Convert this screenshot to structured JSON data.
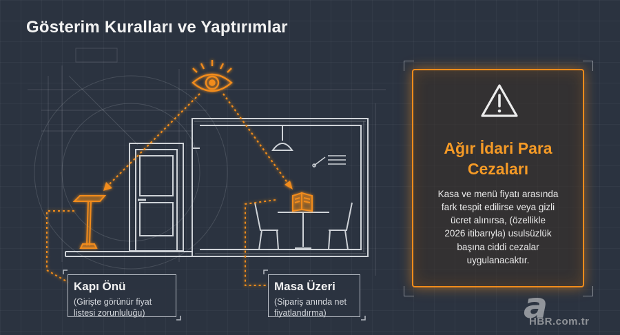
{
  "title": "Gösterim Kuralları ve Yaptırımlar",
  "labels": {
    "door": {
      "title": "Kapı Önü",
      "description_lines": [
        "(Girişte görünür fiyat",
        "listesi zorunluluğu)"
      ]
    },
    "table": {
      "title": "Masa Üzeri",
      "description_lines": [
        "(Sipariş anında net",
        "fiyatlandırma)"
      ]
    }
  },
  "warning": {
    "icon": "warning-triangle-icon",
    "title_lines": [
      "Ağır İdari Para",
      "Cezaları"
    ],
    "body_lines": [
      "Kasa ve menü fiyatı arasında",
      "fark tespit edilirse veya gizli",
      "ücret alınırsa, (özellikle",
      "2026 itibarıyla) usulsüzlük",
      "başına ciddi cezalar",
      "uygulanacaktır."
    ]
  },
  "watermark": {
    "logo": "a",
    "text": "HBR.com.tr"
  },
  "icons": {
    "eye": "eye-icon",
    "menu_stand": "menu-stand-icon",
    "menu_book": "menu-book-icon",
    "door": "door-icon",
    "lamp": "lamp-icon",
    "chairs": "chair-icon"
  },
  "colors": {
    "background": "#2b3340",
    "accent": "#f28c1b",
    "line": "#cfd3d8",
    "text": "#f2f2f2"
  }
}
